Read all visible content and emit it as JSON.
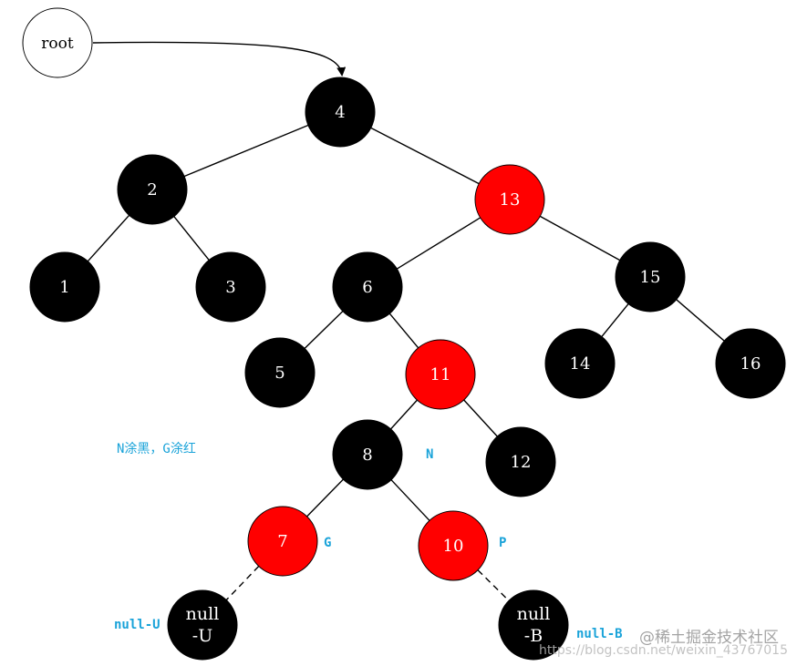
{
  "diagram": {
    "root_label": "root",
    "nodes": [
      {
        "id": "n4",
        "label": "4",
        "color": "black"
      },
      {
        "id": "n2",
        "label": "2",
        "color": "black"
      },
      {
        "id": "n13",
        "label": "13",
        "color": "red"
      },
      {
        "id": "n1",
        "label": "1",
        "color": "black"
      },
      {
        "id": "n3",
        "label": "3",
        "color": "black"
      },
      {
        "id": "n6",
        "label": "6",
        "color": "black"
      },
      {
        "id": "n15",
        "label": "15",
        "color": "black"
      },
      {
        "id": "n5",
        "label": "5",
        "color": "black"
      },
      {
        "id": "n11",
        "label": "11",
        "color": "red"
      },
      {
        "id": "n14",
        "label": "14",
        "color": "black"
      },
      {
        "id": "n16",
        "label": "16",
        "color": "black"
      },
      {
        "id": "n8",
        "label": "8",
        "color": "black"
      },
      {
        "id": "n12",
        "label": "12",
        "color": "black"
      },
      {
        "id": "n7",
        "label": "7",
        "color": "red"
      },
      {
        "id": "n10",
        "label": "10",
        "color": "red"
      },
      {
        "id": "nu",
        "label_lines": [
          "null",
          "-U"
        ],
        "color": "black"
      },
      {
        "id": "nb",
        "label_lines": [
          "null",
          "-B"
        ],
        "color": "black"
      }
    ],
    "edges": [
      {
        "from": "n4",
        "to": "n2"
      },
      {
        "from": "n4",
        "to": "n13"
      },
      {
        "from": "n2",
        "to": "n1"
      },
      {
        "from": "n2",
        "to": "n3"
      },
      {
        "from": "n13",
        "to": "n6"
      },
      {
        "from": "n13",
        "to": "n15"
      },
      {
        "from": "n6",
        "to": "n5"
      },
      {
        "from": "n6",
        "to": "n11"
      },
      {
        "from": "n15",
        "to": "n14"
      },
      {
        "from": "n15",
        "to": "n16"
      },
      {
        "from": "n11",
        "to": "n8"
      },
      {
        "from": "n11",
        "to": "n12"
      },
      {
        "from": "n8",
        "to": "n7"
      },
      {
        "from": "n8",
        "to": "n10"
      },
      {
        "from": "n7",
        "to": "nu",
        "dashed": true
      },
      {
        "from": "n10",
        "to": "nb",
        "dashed": true
      }
    ],
    "annotations": {
      "note": "N涂黑，G涂红",
      "n_tag": "N",
      "g_tag": "G",
      "p_tag": "P",
      "null_u_tag": "null-U",
      "null_b_tag": "null-B"
    },
    "watermark": {
      "brand": "@稀土掘金技术社区",
      "url": "https://blog.csdn.net/weixin_43767015"
    },
    "colors": {
      "black_node": "#000000",
      "red_node": "#ff0000",
      "node_text": "#ffffff",
      "edge": "#000000",
      "annotation": "#1aa3d9",
      "watermark": "#b8b8b8"
    }
  }
}
